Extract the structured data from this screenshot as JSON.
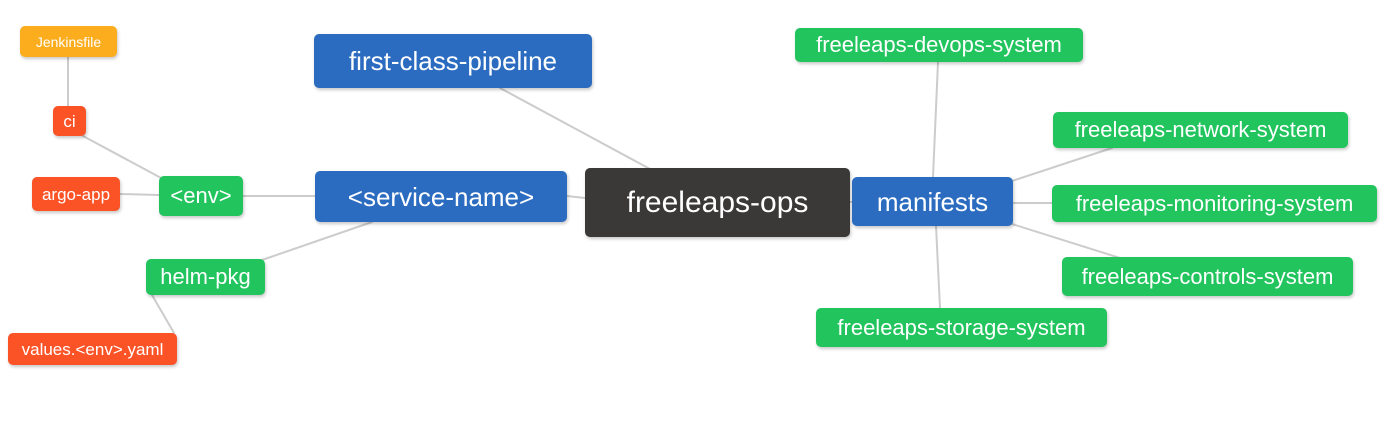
{
  "app": {
    "type": "mind-map",
    "background": "#ffffff"
  },
  "palette": {
    "root": "#3b3838",
    "branch": "#2b6cc0",
    "leaf_green": "#21c45d",
    "leaf_orange": "#fb5226",
    "leaf_amber": "#fbad1d",
    "edge": "#cccccc"
  },
  "nodes": {
    "root": {
      "label": "freeleaps-ops",
      "level": 0,
      "color": "dark"
    },
    "fcp": {
      "label": "first-class-pipeline",
      "level": 1,
      "color": "blue"
    },
    "service": {
      "label": "<service-name>",
      "level": 1,
      "color": "blue"
    },
    "manifests": {
      "label": "manifests",
      "level": 1,
      "color": "blue"
    },
    "env": {
      "label": "<env>",
      "level": 2,
      "color": "green"
    },
    "helm_pkg": {
      "label": "helm-pkg",
      "level": 2,
      "color": "green"
    },
    "ci": {
      "label": "ci",
      "level": 3,
      "color": "orange"
    },
    "argo_app": {
      "label": "argo-app",
      "level": 3,
      "color": "orange"
    },
    "values": {
      "label": "values.<env>.yaml",
      "level": 3,
      "color": "orange"
    },
    "jenkinsfile": {
      "label": "Jenkinsfile",
      "level": 4,
      "color": "amber"
    },
    "devops": {
      "label": "freeleaps-devops-system",
      "level": 2,
      "color": "green"
    },
    "network": {
      "label": "freeleaps-network-system",
      "level": 2,
      "color": "green"
    },
    "monitoring": {
      "label": "freeleaps-monitoring-system",
      "level": 2,
      "color": "green"
    },
    "controls": {
      "label": "freeleaps-controls-system",
      "level": 2,
      "color": "green"
    },
    "storage": {
      "label": "freeleaps-storage-system",
      "level": 2,
      "color": "green"
    }
  },
  "edges": [
    {
      "from": "ci",
      "to": "jenkinsfile"
    },
    {
      "from": "env",
      "to": "ci"
    },
    {
      "from": "env",
      "to": "argo_app"
    },
    {
      "from": "service",
      "to": "env"
    },
    {
      "from": "service",
      "to": "helm_pkg"
    },
    {
      "from": "helm_pkg",
      "to": "values"
    },
    {
      "from": "root",
      "to": "fcp"
    },
    {
      "from": "root",
      "to": "service"
    },
    {
      "from": "root",
      "to": "manifests"
    },
    {
      "from": "manifests",
      "to": "devops"
    },
    {
      "from": "manifests",
      "to": "network"
    },
    {
      "from": "manifests",
      "to": "monitoring"
    },
    {
      "from": "manifests",
      "to": "controls"
    },
    {
      "from": "manifests",
      "to": "storage"
    }
  ]
}
